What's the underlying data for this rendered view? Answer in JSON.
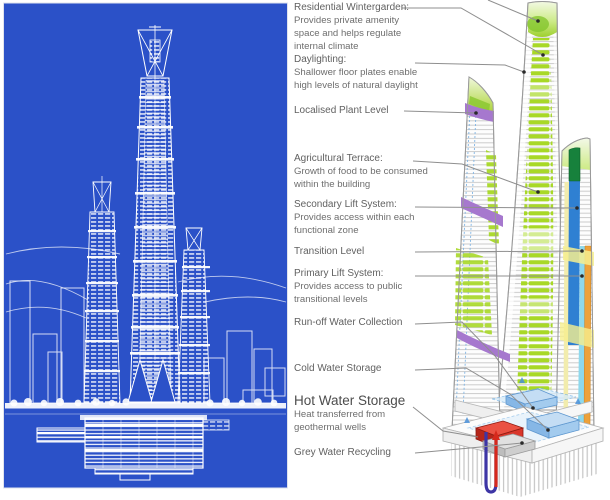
{
  "diagram_title": "",
  "labels": [
    {
      "id": "residential-wintergarden",
      "title": "Residential Wintergarden:",
      "desc": "Provides private amenity\nspace and helps regulate\ninternal climate"
    },
    {
      "id": "daylighting",
      "title": "Daylighting:",
      "desc": "Shallower floor plates enable\nhigh levels of natural daylight"
    },
    {
      "id": "localised-plant-level",
      "title": "Localised Plant Level",
      "desc": ""
    },
    {
      "id": "agricultural-terrace",
      "title": "Agricultural Terrace:",
      "desc": "Growth of food to be consumed\nwithin the building"
    },
    {
      "id": "secondary-lift-system",
      "title": "Secondary Lift System:",
      "desc": "Provides access within each\nfunctional zone"
    },
    {
      "id": "transition-level",
      "title": "Transition Level",
      "desc": ""
    },
    {
      "id": "primary-lift-system",
      "title": "Primary Lift System:",
      "desc": "Provides access to public\ntransitional levels"
    },
    {
      "id": "run-off-water-collection",
      "title": "Run-off Water Collection",
      "desc": ""
    },
    {
      "id": "cold-water-storage",
      "title": "Cold Water Storage",
      "desc": ""
    },
    {
      "id": "hot-water-storage",
      "title": "Hot Water Storage",
      "desc": "Heat transferred from\ngeothermal wells"
    },
    {
      "id": "grey-water-recycling",
      "title": "Grey Water Recycling",
      "desc": ""
    }
  ],
  "colors": {
    "blueprint_blue": "#2b51c8",
    "floor_green": "#a8d827",
    "crown_green": "#9ed02f",
    "plant_purple": "#a678ce",
    "lift_blue": "#2f80d2",
    "lift_cyan": "#8ed8ec",
    "lift_orange": "#eda13a",
    "transition_yellow": "#f6ef8f",
    "cold_water_blue": "#a9cdef",
    "hot_water_red": "#d9362a",
    "geothermal_pipe_indigo": "#3d35a5",
    "label_grey": "#6a6a6a"
  }
}
